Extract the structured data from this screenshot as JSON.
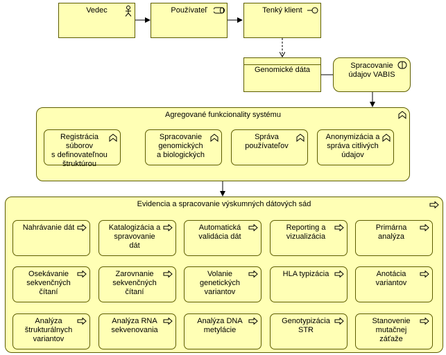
{
  "actors": {
    "vedec": "Vedec",
    "pouzivatel": "Používateľ",
    "tenky_klient": "Tenký klient"
  },
  "data_object": {
    "label": "Genomické dáta"
  },
  "service": {
    "label": "Spracovanie\núdajov VABIS"
  },
  "aggregated": {
    "title": "Agregované funkcionality systému",
    "functions": [
      "Registrácia súborov\ns definovateľnou\nštruktúrou",
      "Spracovanie\ngenomických\na biologických",
      "Správa\npoužívateľov",
      "Anonymizácia a\nspráva citlivých\núdajov"
    ]
  },
  "processing": {
    "title": "Evidencia a spracovanie výskumných dátových sád",
    "processes": [
      "Nahrávanie dát",
      "Katalogizácia a\nspravovanie\ndát",
      "Automatická\nvalidácia dát",
      "Reporting a\nvizualizácia",
      "Primárna\nanalýza",
      "Osekávanie\nsekvenčných\nčítaní",
      "Zarovnanie\nsekvenčných\nčítaní",
      "Volanie\ngenetických\nvariantov",
      "HLA typizácia",
      "Anotácia\nvariantov",
      "Analýza\nštrukturálnych\nvariantov",
      "Analýza RNA\nsekvenovania",
      "Analýza DNA\nmetylácie",
      "Genotypizácia\nSTR",
      "Stanovenie\nmutačnej\nzáťaže"
    ]
  }
}
